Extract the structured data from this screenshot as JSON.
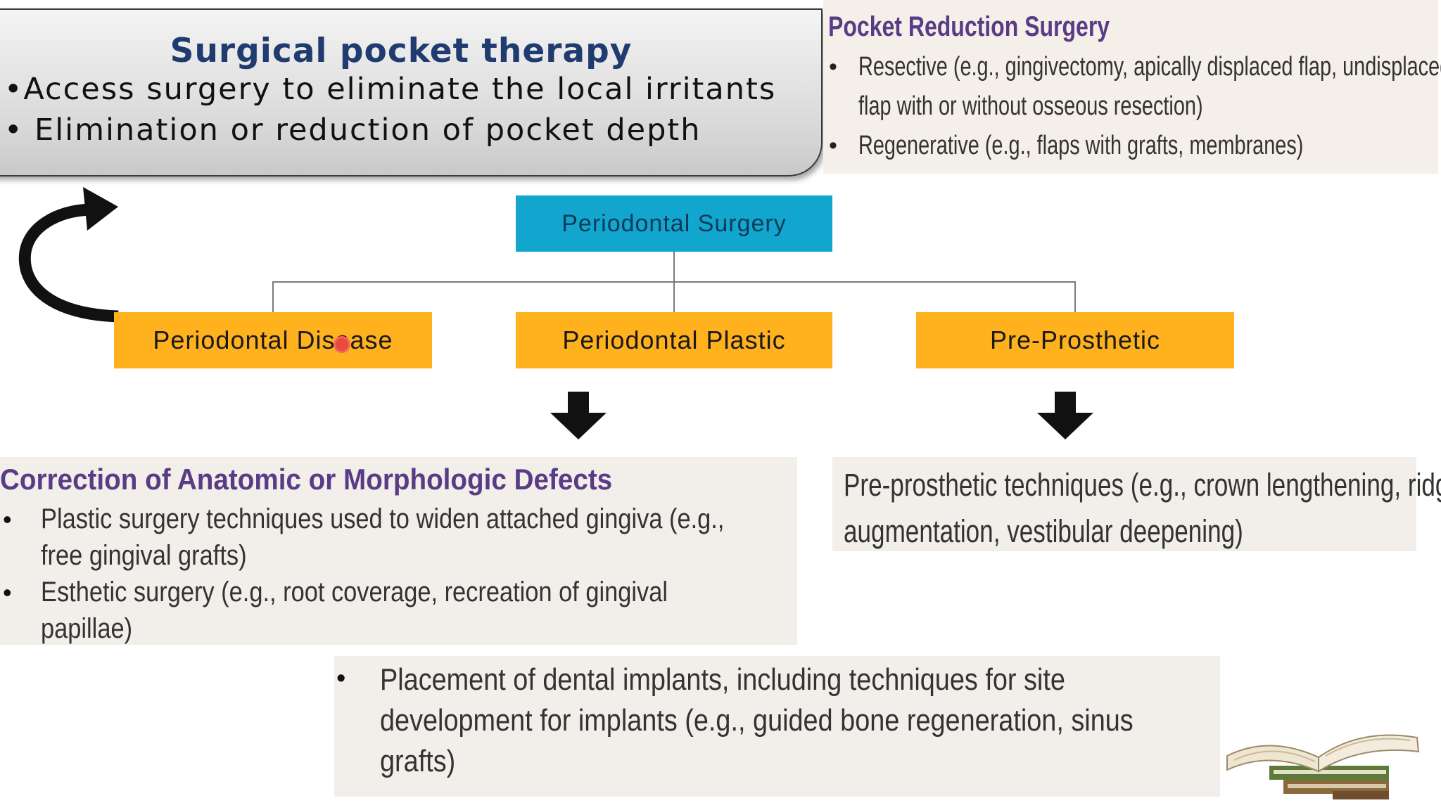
{
  "therapy": {
    "title": "Surgical pocket therapy",
    "line1": "•Access surgery to eliminate the local irritants",
    "line2": "• Elimination or reduction of pocket depth"
  },
  "pocket_reduction": {
    "title": "Pocket Reduction Surgery",
    "bullet": "•",
    "item1_line1": "Resective (e.g., gingivectomy, apically displaced flap, undisplaced",
    "item1_line2": "flap with or without osseous resection)",
    "item2": "Regenerative (e.g., flaps with grafts, membranes)"
  },
  "flowchart": {
    "root": "Periodontal Surgery",
    "children": [
      "Periodontal Disease",
      "Periodontal Plastic",
      "Pre-Prosthetic"
    ],
    "root_color": "#12a6cf",
    "child_color": "#ffb11e"
  },
  "correction": {
    "title": "Correction of Anatomic or Morphologic Defects",
    "bullet": "•",
    "item1_line1": "Plastic surgery techniques used to widen attached gingiva (e.g.,",
    "item1_line2": "free gingival grafts)",
    "item2_line1": "Esthetic surgery (e.g., root coverage, recreation of gingival",
    "item2_line2": "papillae)"
  },
  "pre_prosthetic": {
    "line1": "Pre-prosthetic techniques (e.g., crown lengthening, ridge",
    "line2": "augmentation, vestibular deepening)"
  },
  "implants": {
    "bullet": "•",
    "line1": "Placement of dental implants, including techniques for site",
    "line2": "development for implants (e.g., guided bone regeneration, sinus",
    "line3": "grafts)"
  },
  "icons": [
    "curved-arrow-icon",
    "down-arrow-icon",
    "books-icon"
  ]
}
